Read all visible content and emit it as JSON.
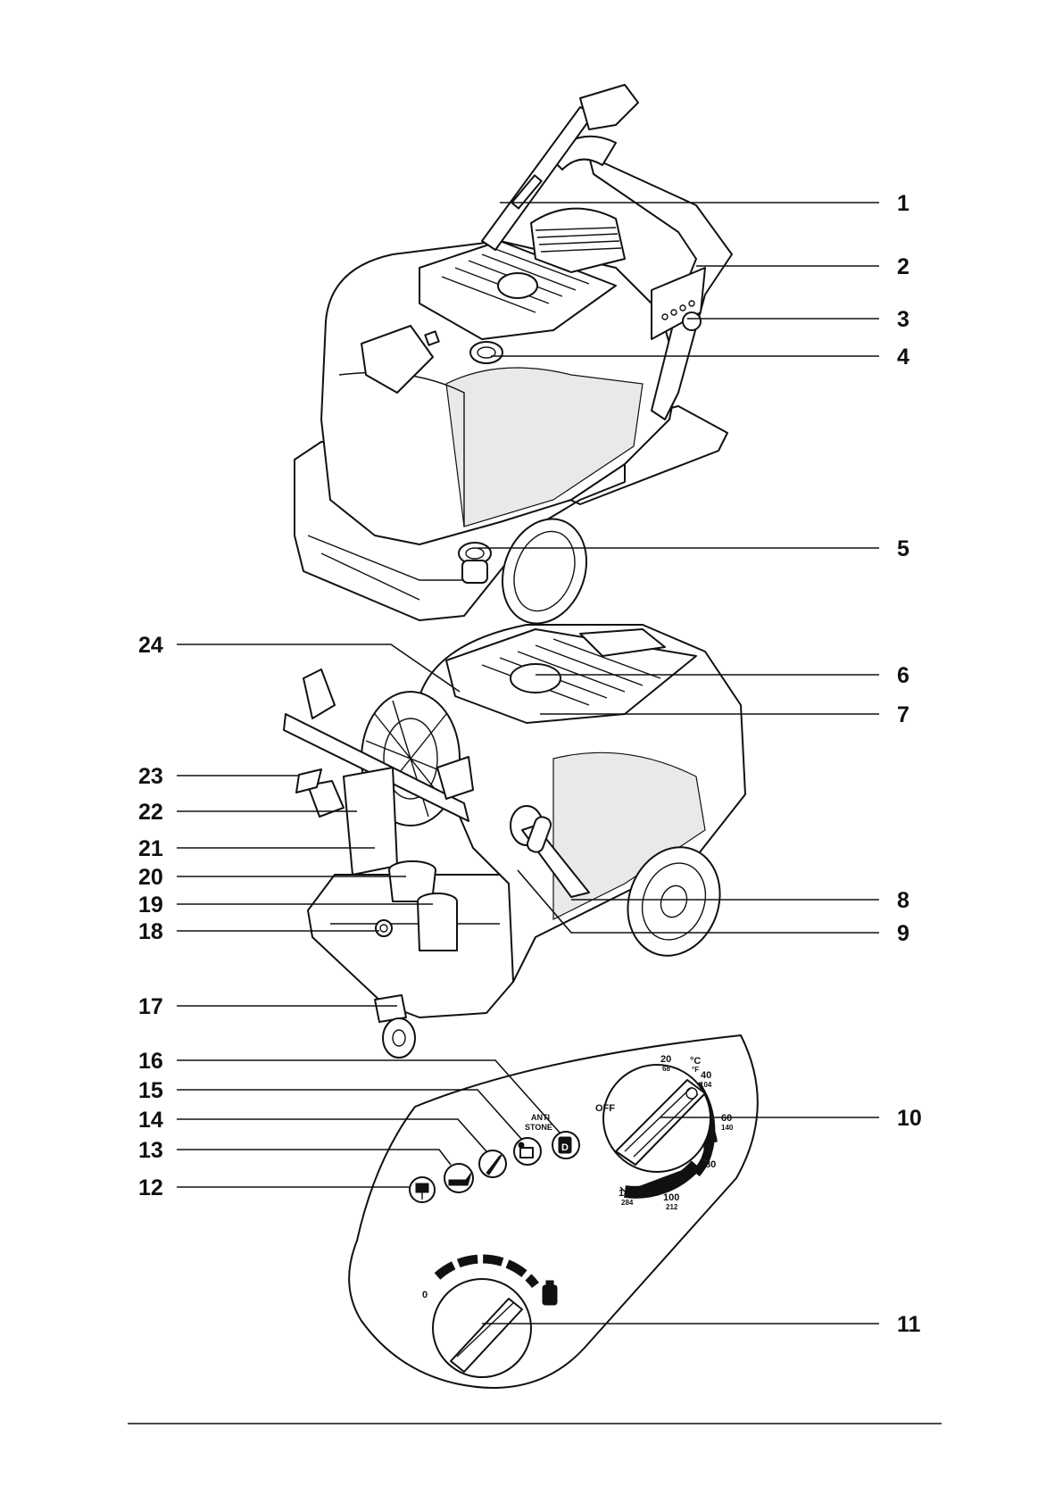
{
  "callouts": [
    {
      "id": "1",
      "label": "1"
    },
    {
      "id": "2",
      "label": "2"
    },
    {
      "id": "3",
      "label": "3"
    },
    {
      "id": "4",
      "label": "4"
    },
    {
      "id": "5",
      "label": "5"
    },
    {
      "id": "6",
      "label": "6"
    },
    {
      "id": "7",
      "label": "7"
    },
    {
      "id": "8",
      "label": "8"
    },
    {
      "id": "9",
      "label": "9"
    },
    {
      "id": "10",
      "label": "10"
    },
    {
      "id": "11",
      "label": "11"
    },
    {
      "id": "12",
      "label": "12"
    },
    {
      "id": "13",
      "label": "13"
    },
    {
      "id": "14",
      "label": "14"
    },
    {
      "id": "15",
      "label": "15"
    },
    {
      "id": "16",
      "label": "16"
    },
    {
      "id": "17",
      "label": "17"
    },
    {
      "id": "18",
      "label": "18"
    },
    {
      "id": "19",
      "label": "19"
    },
    {
      "id": "20",
      "label": "20"
    },
    {
      "id": "21",
      "label": "21"
    },
    {
      "id": "22",
      "label": "22"
    },
    {
      "id": "23",
      "label": "23"
    },
    {
      "id": "24",
      "label": "24"
    }
  ],
  "temperature_dial": {
    "off_label": "OFF",
    "unit_c": "°C",
    "unit_f": "°F",
    "marks": [
      {
        "c": "20",
        "f": "68"
      },
      {
        "c": "40",
        "f": "104"
      },
      {
        "c": "60",
        "f": "140"
      },
      {
        "c": "80",
        "f": ""
      },
      {
        "c": "100",
        "f": "212"
      },
      {
        "c": "140",
        "f": "284"
      }
    ]
  },
  "detergent_dial": {
    "zero_label": "0"
  },
  "indicators": {
    "anti_stone_line1": "ANTI",
    "anti_stone_line2": "STONE",
    "fuel_letter": "D"
  },
  "icons": {
    "12": "power-plug-icon",
    "13": "oil-can-icon",
    "14": "wrench-icon",
    "15": "anti-stone-tank-icon",
    "16": "diesel-fuel-icon"
  }
}
